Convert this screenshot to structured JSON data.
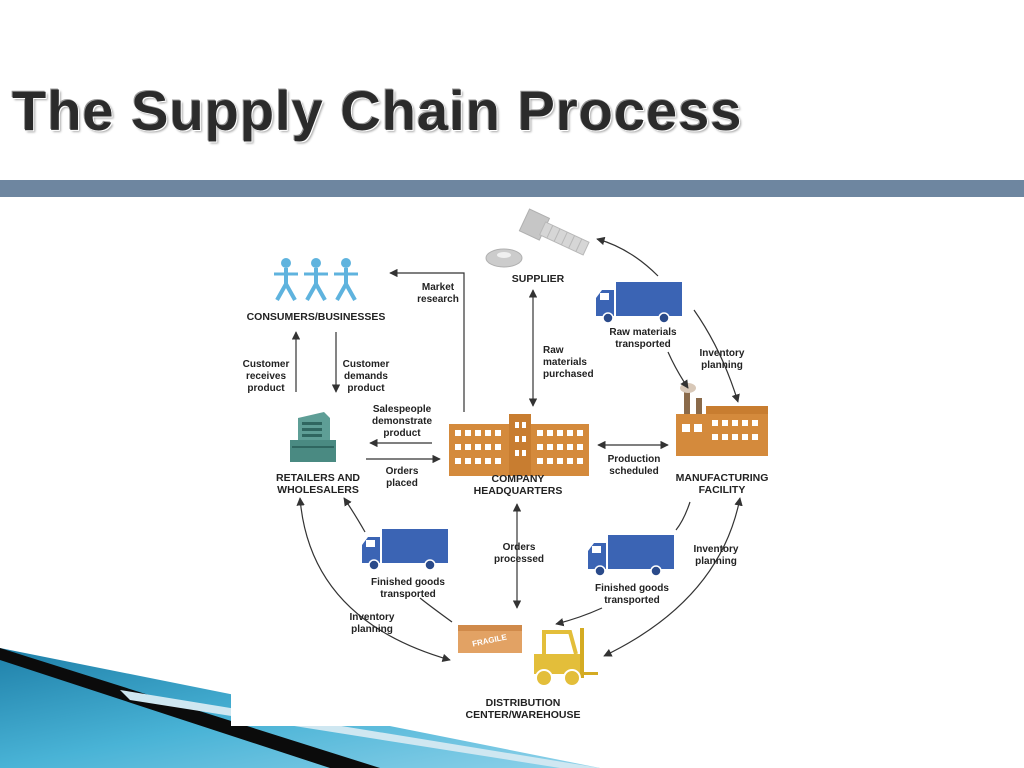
{
  "slide": {
    "title": "The Supply Chain Process"
  },
  "diagram": {
    "nodes": {
      "consumers": "CONSUMERS/BUSINESSES",
      "supplier": "SUPPLIER",
      "hq_line1": "COMPANY",
      "hq_line2": "HEADQUARTERS",
      "retail_line1": "RETAILERS AND",
      "retail_line2": "WHOLESALERS",
      "mfg_line1": "MANUFACTURING",
      "mfg_line2": "FACILITY",
      "dist_line1": "DISTRIBUTION",
      "dist_line2": "CENTER/WAREHOUSE"
    },
    "labels": {
      "market_research": [
        "Market",
        "research"
      ],
      "raw_purchased": [
        "Raw",
        "materials",
        "purchased"
      ],
      "raw_transported": [
        "Raw materials",
        "transported"
      ],
      "inventory_planning_top": [
        "Inventory",
        "planning"
      ],
      "customer_receives": [
        "Customer",
        "receives",
        "product"
      ],
      "customer_demands": [
        "Customer",
        "demands",
        "product"
      ],
      "salespeople": [
        "Salespeople",
        "demonstrate",
        "product"
      ],
      "orders_placed": [
        "Orders",
        "placed"
      ],
      "production_scheduled": [
        "Production",
        "scheduled"
      ],
      "orders_processed": [
        "Orders",
        "processed"
      ],
      "finished_left": [
        "Finished goods",
        "transported"
      ],
      "finished_right": [
        "Finished goods",
        "transported"
      ],
      "inventory_planning_right": [
        "Inventory",
        "planning"
      ],
      "inventory_planning_left": [
        "Inventory",
        "planning"
      ],
      "fragile": "FRAGILE"
    }
  },
  "colors": {
    "people": "#5fb3de",
    "truck": "#3b64b4",
    "building": "#d48a3c",
    "register": "#4a8a82",
    "forklift": "#e3be3a",
    "bolt": "#c6c6c6"
  }
}
